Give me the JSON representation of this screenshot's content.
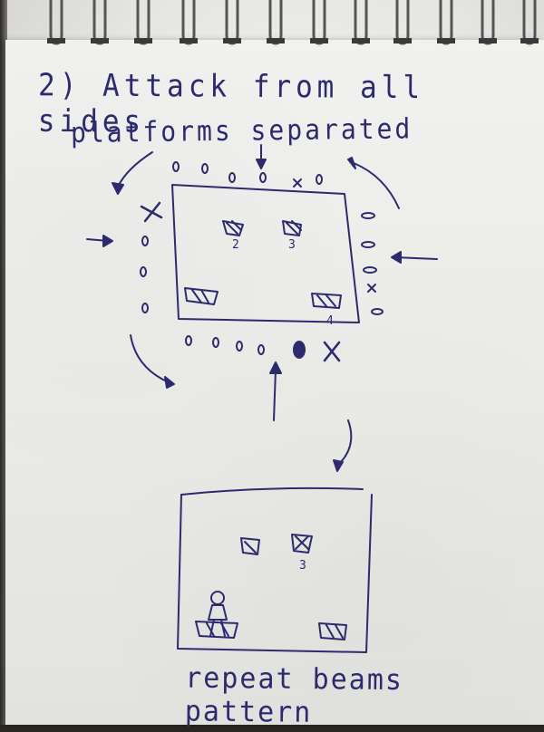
{
  "notes": {
    "heading": "2) Attack from all sides",
    "subheading": "platforms separated",
    "footer": "repeat beams pattern"
  },
  "diagram_top": {
    "labels": [
      "2",
      "3",
      "4"
    ]
  },
  "diagram_bottom": {
    "labels": [
      "3"
    ]
  },
  "colors": {
    "ink": "#2d2a6e",
    "paper": "#ececea",
    "spiral": "#5c5c5c"
  }
}
